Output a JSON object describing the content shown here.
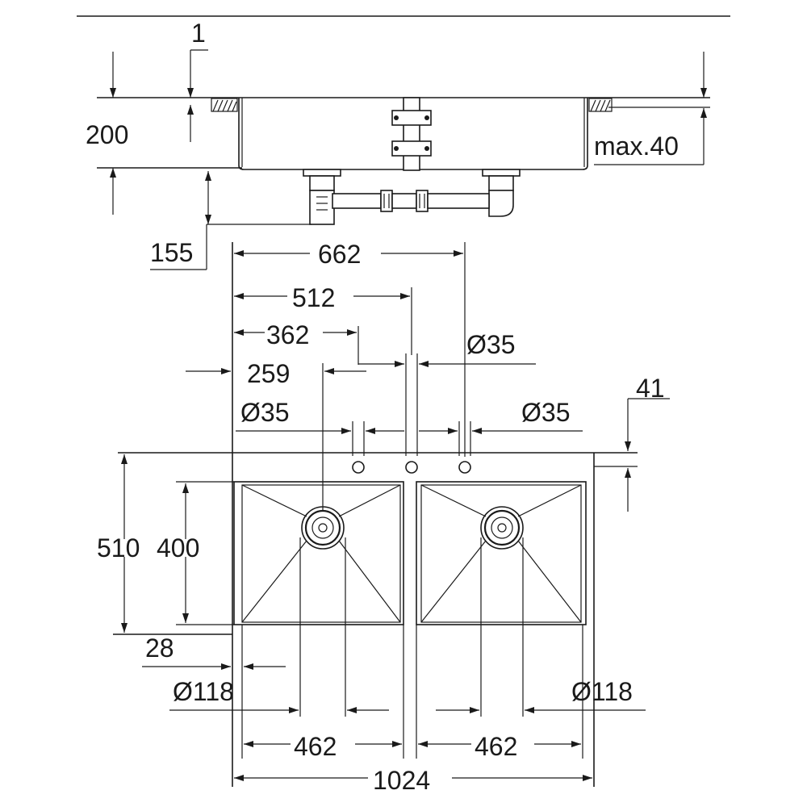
{
  "dimensions": {
    "lip": "1",
    "height": "200",
    "thickness": "max.40",
    "drain_depth": "155",
    "tap_to_tap": "662",
    "center_spacing": "512",
    "tap_offset": "362",
    "tap_hole_left": "259",
    "hole_diameter_top": "Ø35",
    "hole_diameter_left": "Ø35",
    "hole_diameter_right": "Ø35",
    "edge_offset": "41",
    "overall_depth": "510",
    "bowl_depth": "400",
    "rim": "28",
    "drain_left": "Ø118",
    "drain_right": "Ø118",
    "bowl_width_left": "462",
    "bowl_width_right": "462",
    "overall_width": "1024"
  }
}
